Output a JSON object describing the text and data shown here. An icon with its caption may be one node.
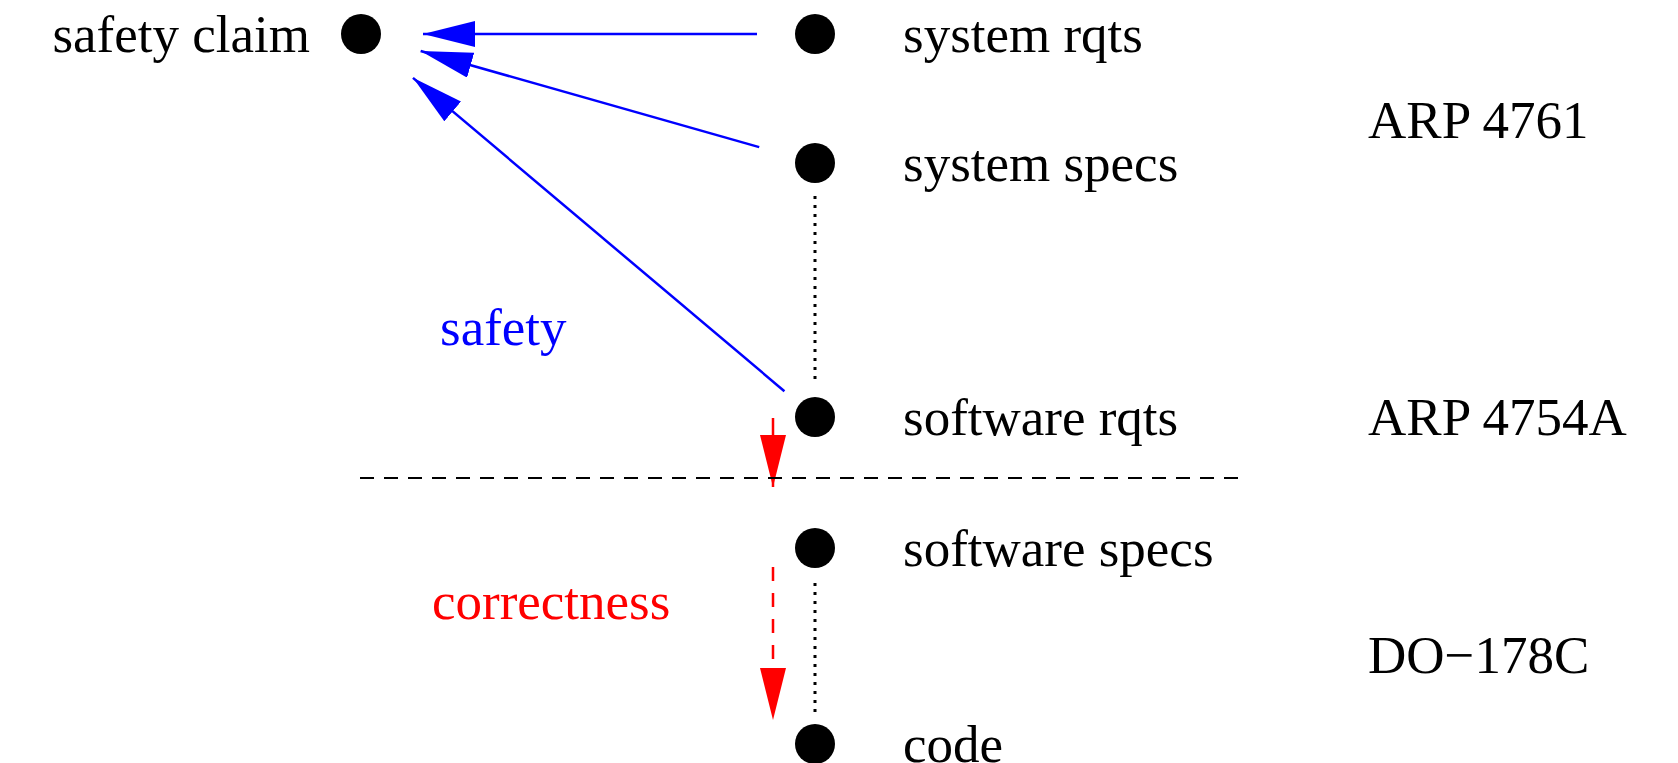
{
  "diagram": {
    "nodes": [
      {
        "text": [],
        "shape": "circle",
        "beside": [
          "safety claim"
        ]
      },
      {
        "text": [],
        "shape": "circle",
        "beside": [
          "system rqts"
        ]
      },
      {
        "text": [],
        "shape": "circle",
        "beside": [
          "system specs"
        ]
      },
      {
        "text": [],
        "shape": "circle",
        "beside": [
          "software rqts"
        ]
      },
      {
        "text": [],
        "shape": "circle",
        "beside": [
          "software specs"
        ]
      },
      {
        "text": [],
        "shape": "circle",
        "beside": [
          "code"
        ]
      }
    ],
    "edges": [
      {
        "from": 1,
        "to": 0,
        "arrow": "to",
        "color": "#0000ff"
      },
      {
        "from": 2,
        "to": 0,
        "arrow": "to",
        "color": "#0000ff"
      },
      {
        "from": 3,
        "to": 0,
        "arrow": "to",
        "color": "#0000ff",
        "label": "safety"
      },
      {
        "from": 2,
        "to": 3,
        "arrow": "none",
        "style": "dashed",
        "color": "#000000"
      },
      {
        "from": 3,
        "to": 4,
        "arrow": "to",
        "color": "#ff0000"
      },
      {
        "from": 4,
        "to": 5,
        "arrow": "to",
        "color": "#ff0000",
        "style": "dashed",
        "label": "correctness"
      },
      {
        "from": 4,
        "to": 5,
        "arrow": "none",
        "style": "dashed",
        "color": "#000000"
      }
    ],
    "labels": [
      "ARP 4761",
      "ARP 4754A",
      "DO−178C"
    ]
  }
}
